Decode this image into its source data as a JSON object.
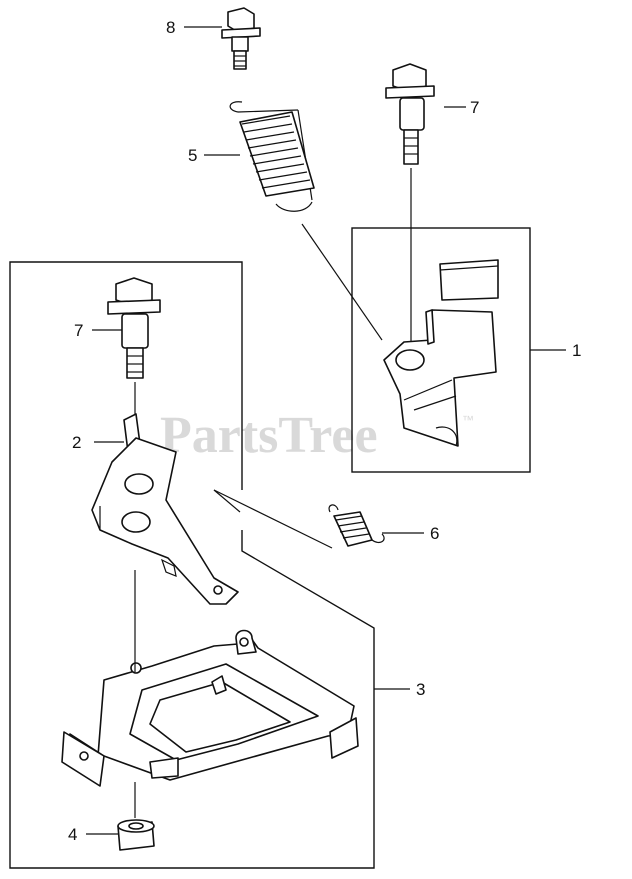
{
  "watermark": "PartsTree",
  "watermark_tm": "™",
  "callouts": {
    "c1": "1",
    "c2": "2",
    "c3": "3",
    "c4": "4",
    "c5": "5",
    "c6": "6",
    "c7a": "7",
    "c7b": "7",
    "c8": "8"
  },
  "colors": {
    "ink": "#111111",
    "watermark": "#d9d9d9",
    "background": "#ffffff"
  }
}
